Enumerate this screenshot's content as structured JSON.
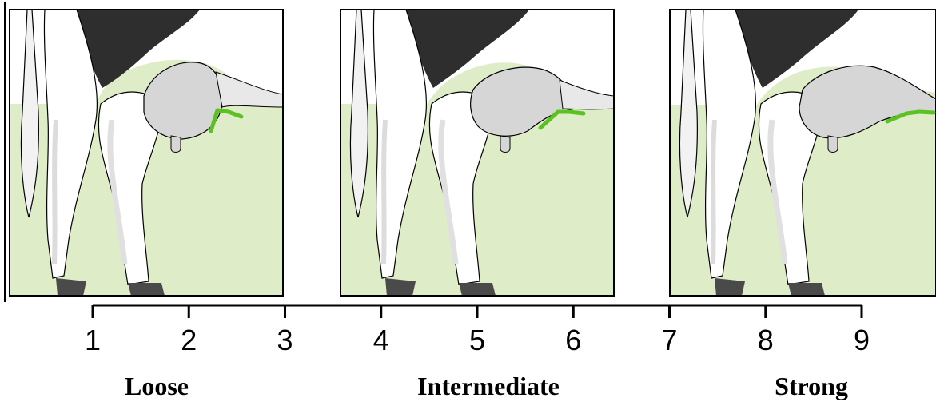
{
  "scale": {
    "ticks": [
      "1",
      "2",
      "3",
      "4",
      "5",
      "6",
      "7",
      "8",
      "9"
    ]
  },
  "categories": [
    {
      "label": "Loose",
      "score": 2
    },
    {
      "label": "Intermediate",
      "score": 5
    },
    {
      "label": "Strong",
      "score": 8
    }
  ],
  "colors": {
    "background_field": "#dfecc8",
    "attachment_line": "#5cc123",
    "cow_black": "#2e2e2e",
    "udder_gray": "#d6d6d6",
    "leg_shade": "#e6e6e6",
    "hoof": "#4a4a4a",
    "outline": "#000000"
  }
}
